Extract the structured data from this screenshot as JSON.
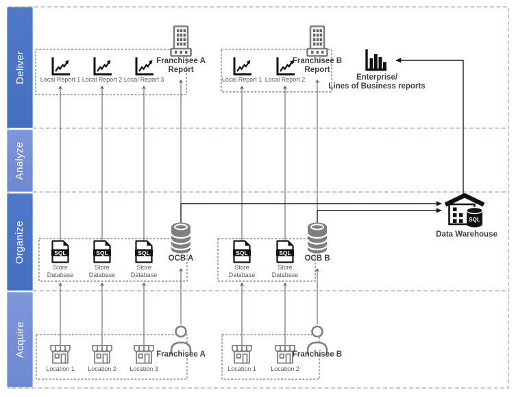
{
  "colors": {
    "band_dark": "#4472C4",
    "band_light": "#7190D6",
    "connector": "#44546A",
    "black_connector": "#1a1a1a",
    "icon_gray": "#7f7f7f",
    "label": "#595959"
  },
  "bands": [
    {
      "label": "Deliver"
    },
    {
      "label": "Analyze"
    },
    {
      "label": "Organize"
    },
    {
      "label": "Acquire"
    }
  ],
  "deliver": {
    "group_a": {
      "reports": [
        "Local Report 1",
        "Local Report 2",
        "Local Report 3"
      ],
      "franchisee_report": {
        "line1": "Franchisee A",
        "line2": "Report"
      }
    },
    "group_b": {
      "reports": [
        "Local Report 1",
        "Local Report 2"
      ],
      "franchisee_report": {
        "line1": "Franchisee B",
        "line2": "Report"
      }
    },
    "enterprise_report": {
      "line1": "Enterprise/",
      "line2": "Lines of Business reports"
    }
  },
  "organize": {
    "group_a": {
      "databases": [
        "Store Database",
        "Store Database",
        "Store Database"
      ],
      "ocb_label": "OCB A"
    },
    "group_b": {
      "databases": [
        "Store Database",
        "Store Database"
      ],
      "ocb_label": "OCB B"
    },
    "data_warehouse_label": "Data Warehouse"
  },
  "acquire": {
    "group_a": {
      "locations": [
        "Location 1",
        "Location 2",
        "Location 3"
      ],
      "franchisee_label": "Franchisee A"
    },
    "group_b": {
      "locations": [
        "Location 1",
        "Location 2"
      ],
      "franchisee_label": "Franchisee B"
    }
  },
  "icons": {
    "sql_file_text": "SQL",
    "warehouse_sql_text": "SQL"
  }
}
